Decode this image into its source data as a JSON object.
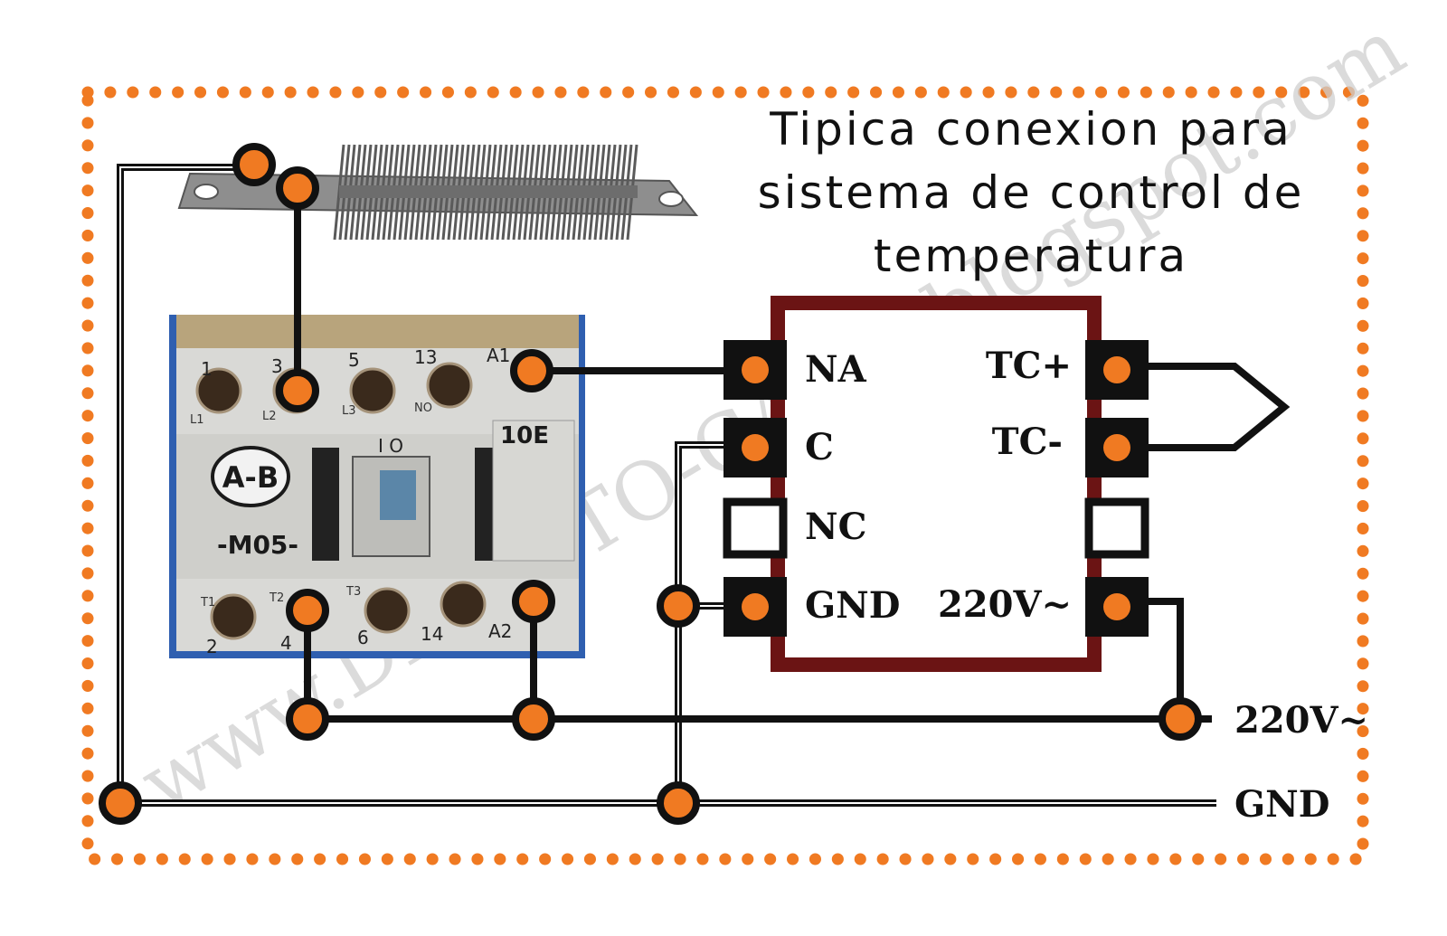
{
  "title": {
    "line1": "Tipica conexion para",
    "line2": "sistema de control de",
    "line3": "temperatura"
  },
  "watermark": "www.DIRECTO-CAL....blogspot.com",
  "controller": {
    "left_pins": [
      "NA",
      "C",
      "NC",
      "GND"
    ],
    "right_pins": [
      "TC+",
      "TC-",
      "",
      "220V~"
    ]
  },
  "buses": {
    "power": "220V~",
    "ground": "GND"
  },
  "contactor": {
    "brand": "A-B",
    "model": "-M05-",
    "aux": "10E",
    "switch": "I O",
    "top_numbers": [
      "1",
      "3",
      "5",
      "13",
      "A1"
    ],
    "top_labels": [
      "L1",
      "L2",
      "L3",
      "NO"
    ],
    "bottom_labels": [
      "T1",
      "T2",
      "T3"
    ],
    "bottom_numbers": [
      "2",
      "4",
      "6",
      "14",
      "A2"
    ]
  },
  "colors": {
    "dot": "#f07a22",
    "controller_border": "#6b1414",
    "contactor_bg": "#2f5fb0"
  }
}
